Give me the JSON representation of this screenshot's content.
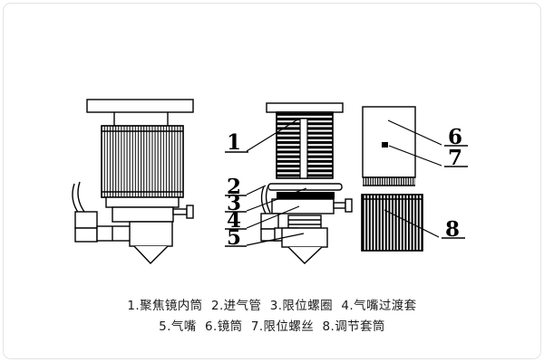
{
  "figure": {
    "title_absent": true,
    "background_color": "#ffffff",
    "line_color": "#000000",
    "frame_color": "#e3e3e3"
  },
  "callouts": [
    {
      "id": "1",
      "label": "1",
      "target": "focus-lens-inner-barrel"
    },
    {
      "id": "2",
      "label": "2",
      "target": "air-inlet-pipe"
    },
    {
      "id": "3",
      "label": "3",
      "target": "limit-screw-ring"
    },
    {
      "id": "4",
      "label": "4",
      "target": "nozzle-transition-sleeve"
    },
    {
      "id": "5",
      "label": "5",
      "target": "nozzle"
    },
    {
      "id": "6",
      "label": "6",
      "target": "lens-barrel"
    },
    {
      "id": "7",
      "label": "7",
      "target": "limit-screw"
    },
    {
      "id": "8",
      "label": "8",
      "target": "adjusting-sleeve"
    }
  ],
  "caption": {
    "line1": "1.聚焦镜内筒  2.进气管  3.限位螺圈  4.气嘴过渡套",
    "line2": "5.气嘴  6.镜筒  7.限位螺丝  8.调节套筒"
  },
  "parts_legend": [
    {
      "number": "1",
      "name": "聚焦镜内筒"
    },
    {
      "number": "2",
      "name": "进气管"
    },
    {
      "number": "3",
      "name": "限位螺圈"
    },
    {
      "number": "4",
      "name": "气嘴过渡套"
    },
    {
      "number": "5",
      "name": "气嘴"
    },
    {
      "number": "6",
      "name": "镜筒"
    },
    {
      "number": "7",
      "name": "限位螺丝"
    },
    {
      "number": "8",
      "name": "调节套筒"
    }
  ]
}
